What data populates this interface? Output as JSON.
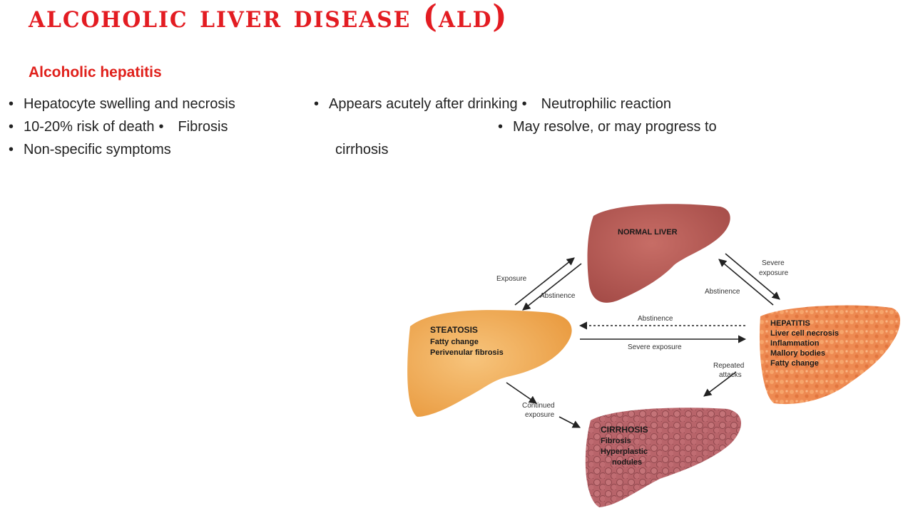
{
  "slide": {
    "title": "Alcoholic Liver Disease (ALD)",
    "subtitle": "Alcoholic hepatitis",
    "bullet_glyph": "•",
    "bullets": {
      "hepatocyte": "Hepatocyte swelling and necrosis",
      "appears": "Appears acutely after drinking",
      "neutrophilic": "Neutrophilic reaction",
      "risk": "10-20% risk of death",
      "fibrosis": "Fibrosis",
      "resolve": "May resolve, or may progress to",
      "nonspecific": "Non-specific symptoms",
      "cirrhosis_cont": "cirrhosis"
    }
  },
  "diagram": {
    "colors": {
      "normal": "#b85a55",
      "steatosis": "#f2ad59",
      "hepatitis": "#ee8a52",
      "cirrhosis": "#b8646a",
      "arrow": "#222222"
    },
    "nodes": {
      "normal": {
        "title": "NORMAL LIVER"
      },
      "steatosis": {
        "title": "STEATOSIS",
        "lines": [
          "Fatty change",
          "Perivenular fibrosis"
        ]
      },
      "hepatitis": {
        "title": "HEPATITIS",
        "lines": [
          "Liver cell necrosis",
          "Inflammation",
          "Mallory bodies",
          "Fatty change"
        ]
      },
      "cirrhosis": {
        "title": "CIRRHOSIS",
        "lines": [
          "Fibrosis",
          "Hyperplastic",
          "nodules"
        ]
      }
    },
    "labels": {
      "exposure": "Exposure",
      "abstinence_left": "Abstinence",
      "severe_exposure_right": [
        "Severe",
        "exposure"
      ],
      "abstinence_right": "Abstinence",
      "abstinence_middle": "Abstinence",
      "severe_exposure_middle": "Severe exposure",
      "repeated_attacks": [
        "Repeated",
        "attacks"
      ],
      "continued_exposure": [
        "Continued",
        "exposure"
      ]
    }
  }
}
